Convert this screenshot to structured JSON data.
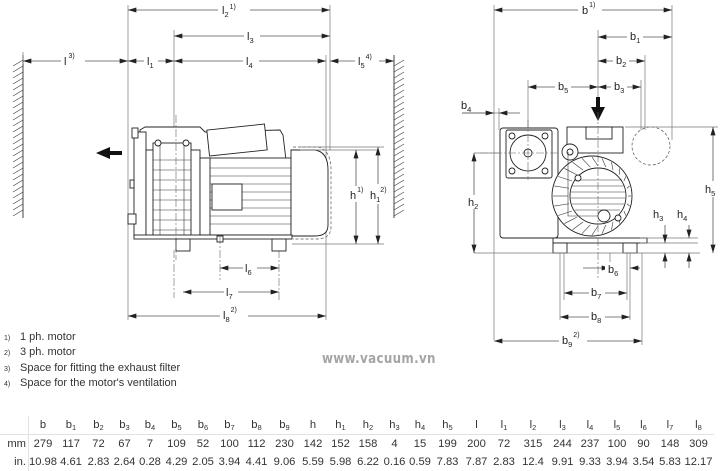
{
  "diagram": {
    "side_view": {
      "dimension_labels": {
        "l": {
          "base": "l",
          "sub": "",
          "note": "3)"
        },
        "l1": {
          "base": "l",
          "sub": "1",
          "note": ""
        },
        "l2": {
          "base": "l",
          "sub": "2",
          "note": "1)"
        },
        "l3": {
          "base": "l",
          "sub": "3",
          "note": ""
        },
        "l4": {
          "base": "l",
          "sub": "4",
          "note": ""
        },
        "l5": {
          "base": "l",
          "sub": "5",
          "note": "4)"
        },
        "l6": {
          "base": "l",
          "sub": "6",
          "note": ""
        },
        "l7": {
          "base": "l",
          "sub": "7",
          "note": ""
        },
        "l8": {
          "base": "l",
          "sub": "8",
          "note": "2)"
        },
        "h": {
          "base": "h",
          "sub": "",
          "note": "1)"
        },
        "h1": {
          "base": "h",
          "sub": "1",
          "note": "2)"
        }
      },
      "flow_arrow": "exhaust-arrow-left"
    },
    "end_view": {
      "dimension_labels": {
        "b": {
          "base": "b",
          "sub": "",
          "note": "1)"
        },
        "b1": {
          "base": "b",
          "sub": "1",
          "note": ""
        },
        "b2": {
          "base": "b",
          "sub": "2",
          "note": ""
        },
        "b3": {
          "base": "b",
          "sub": "3",
          "note": ""
        },
        "b4": {
          "base": "b",
          "sub": "4",
          "note": ""
        },
        "b5": {
          "base": "b",
          "sub": "5",
          "note": ""
        },
        "b6": {
          "base": "b",
          "sub": "6",
          "note": ""
        },
        "b7": {
          "base": "b",
          "sub": "7",
          "note": ""
        },
        "b8": {
          "base": "b",
          "sub": "8",
          "note": ""
        },
        "b9": {
          "base": "b",
          "sub": "9",
          "note": "2)"
        },
        "h2": {
          "base": "h",
          "sub": "2",
          "note": ""
        },
        "h3": {
          "base": "h",
          "sub": "3",
          "note": ""
        },
        "h4": {
          "base": "h",
          "sub": "4",
          "note": ""
        },
        "h5": {
          "base": "h",
          "sub": "5",
          "note": ""
        }
      },
      "flow_arrow": "inlet-arrow-down"
    }
  },
  "footnotes": [
    {
      "mark": "1)",
      "text": "1 ph. motor"
    },
    {
      "mark": "2)",
      "text": "3 ph. motor"
    },
    {
      "mark": "3)",
      "text": "Space for fitting the exhaust filter"
    },
    {
      "mark": "4)",
      "text": "Space for the motor's ventilation"
    }
  ],
  "watermark": "www.vacuum.vn",
  "table": {
    "columns": [
      {
        "base": "b",
        "sub": ""
      },
      {
        "base": "b",
        "sub": "1"
      },
      {
        "base": "b",
        "sub": "2"
      },
      {
        "base": "b",
        "sub": "3"
      },
      {
        "base": "b",
        "sub": "4"
      },
      {
        "base": "b",
        "sub": "5"
      },
      {
        "base": "b",
        "sub": "6"
      },
      {
        "base": "b",
        "sub": "7"
      },
      {
        "base": "b",
        "sub": "8"
      },
      {
        "base": "b",
        "sub": "9"
      },
      {
        "base": "h",
        "sub": ""
      },
      {
        "base": "h",
        "sub": "1"
      },
      {
        "base": "h",
        "sub": "2"
      },
      {
        "base": "h",
        "sub": "3"
      },
      {
        "base": "h",
        "sub": "4"
      },
      {
        "base": "h",
        "sub": "5"
      },
      {
        "base": "l",
        "sub": ""
      },
      {
        "base": "l",
        "sub": "1"
      },
      {
        "base": "l",
        "sub": "2"
      },
      {
        "base": "l",
        "sub": "3"
      },
      {
        "base": "l",
        "sub": "4"
      },
      {
        "base": "l",
        "sub": "5"
      },
      {
        "base": "l",
        "sub": "6"
      },
      {
        "base": "l",
        "sub": "7"
      },
      {
        "base": "l",
        "sub": "8"
      }
    ],
    "rows": [
      {
        "unit": "mm",
        "values": [
          "279",
          "117",
          "72",
          "67",
          "7",
          "109",
          "52",
          "100",
          "112",
          "230",
          "142",
          "152",
          "158",
          "4",
          "15",
          "199",
          "200",
          "72",
          "315",
          "244",
          "237",
          "100",
          "90",
          "148",
          "309"
        ]
      },
      {
        "unit": "in.",
        "values": [
          "10.98",
          "4.61",
          "2.83",
          "2.64",
          "0.28",
          "4.29",
          "2.05",
          "3.94",
          "4.41",
          "9.06",
          "5.59",
          "5.98",
          "6.22",
          "0.16",
          "0.59",
          "7.83",
          "7.87",
          "2.83",
          "12.4",
          "9.91",
          "9.33",
          "3.94",
          "3.54",
          "5.83",
          "12.17"
        ]
      }
    ]
  }
}
